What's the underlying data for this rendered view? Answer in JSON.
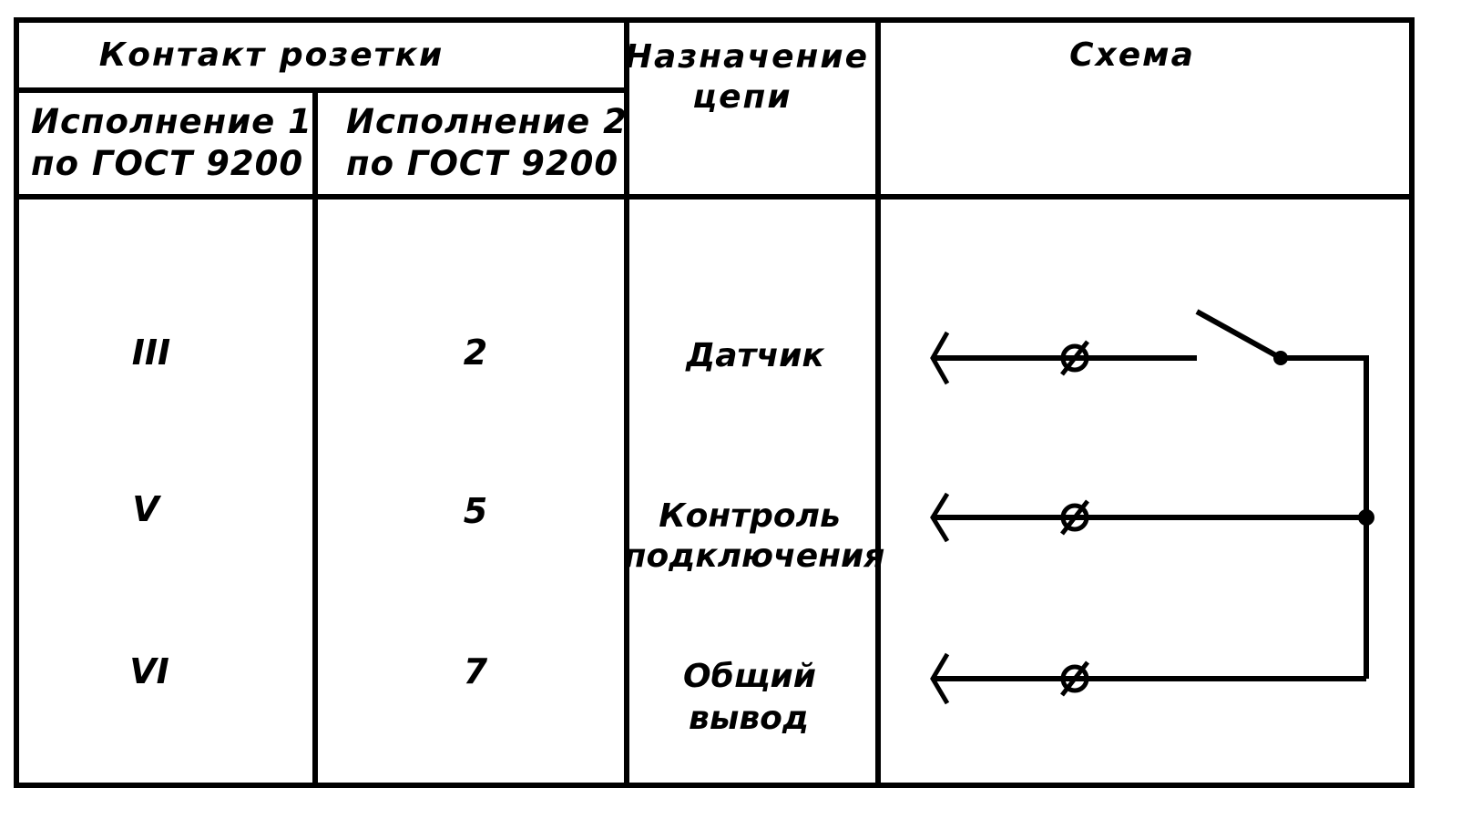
{
  "table": {
    "headers": {
      "socket_contact": "Контакт розетки",
      "variant1_line1": "Исполнение 1",
      "variant1_line2": "по ГОСТ 9200",
      "variant2_line1": "Исполнение 2",
      "variant2_line2": "по ГОСТ 9200",
      "purpose_line1": "Назначение",
      "purpose_line2": "цепи",
      "scheme": "Схема"
    },
    "rows": [
      {
        "variant1": "III",
        "variant2": "2",
        "purpose_lines": [
          "Датчик"
        ]
      },
      {
        "variant1": "V",
        "variant2": "5",
        "purpose_lines": [
          "Контроль",
          "подключения"
        ]
      },
      {
        "variant1": "VI",
        "variant2": "7",
        "purpose_lines": [
          "Общий",
          "вывод"
        ]
      }
    ]
  },
  "scheme": {
    "elements": [
      "arrow-icon",
      "terminal-icon",
      "switch-icon",
      "junction-dot"
    ]
  }
}
